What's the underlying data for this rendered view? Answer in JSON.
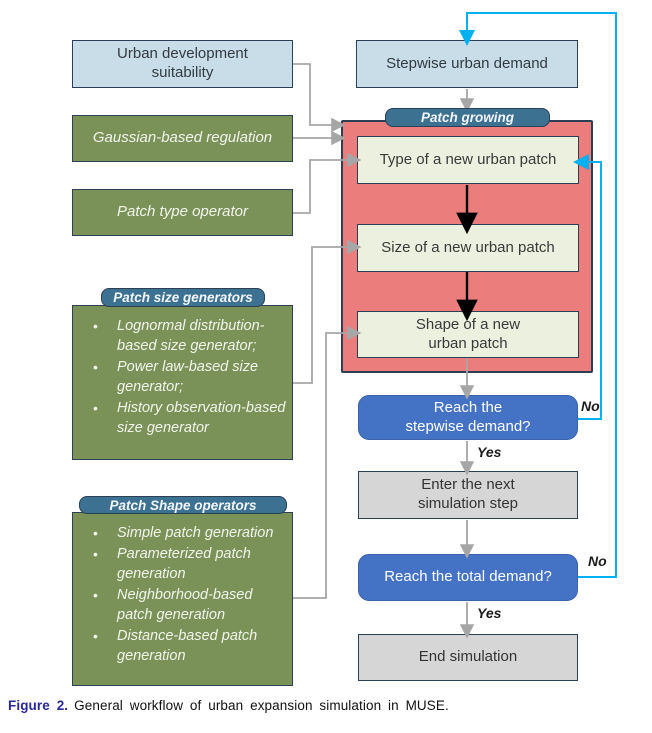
{
  "diagram": {
    "left": {
      "urban_suitability": "Urban development suitability",
      "gaussian_regulation": "Gaussian-based regulation",
      "patch_type_operator": "Patch type operator",
      "size_generators": {
        "title": "Patch size generators",
        "items": [
          "Lognormal distribution-based size generator;",
          "Power law-based size generator;",
          "History observation-based size generator"
        ]
      },
      "shape_operators": {
        "title": "Patch Shape operators",
        "items": [
          "Simple patch generation",
          "Parameterized patch generation",
          "Neighborhood-based patch generation",
          "Distance-based patch generation"
        ]
      }
    },
    "right": {
      "stepwise_demand": "Stepwise urban demand",
      "patch_growing": "Patch growing",
      "type_patch": "Type of a new urban patch",
      "size_patch": "Size of a new urban patch",
      "shape_patch": "Shape of a new urban patch",
      "reach_stepwise": "Reach the stepwise demand?",
      "enter_next_step": "Enter the next simulation step",
      "reach_total": "Reach the total demand?",
      "end_simulation": "End simulation"
    },
    "branch_labels": {
      "stepwise_no": "No",
      "stepwise_yes": "Yes",
      "total_no": "No",
      "total_yes": "Yes"
    }
  },
  "caption": {
    "label": "Figure 2.",
    "text": "General workflow of urban expansion simulation in MUSE."
  },
  "colors": {
    "light_blue": "#c9dde9",
    "olive_green": "#7a9258",
    "teal_badge": "#3d7191",
    "salmon_frame": "#ec7d7d",
    "pale_green": "#ebf0df",
    "accent_blue": "#4472c4",
    "gray_box": "#d6d6d6",
    "cyan_line": "#00b0f0",
    "gray_line": "#a6a6a6",
    "border_navy": "#2b3f55",
    "caption_blue": "#28289b"
  }
}
